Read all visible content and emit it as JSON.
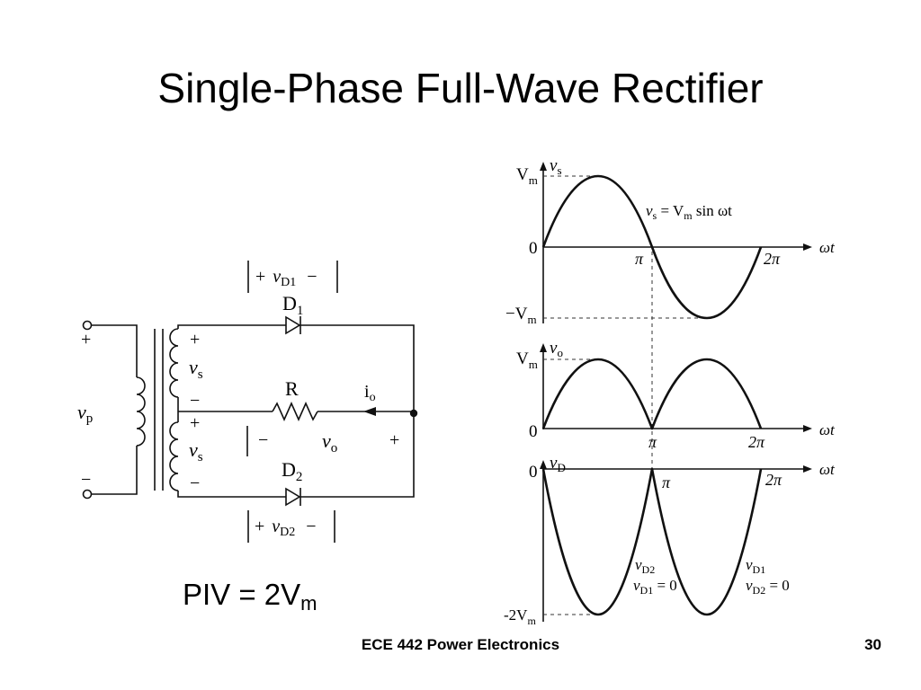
{
  "slide": {
    "title": "Single-Phase Full-Wave Rectifier",
    "piv_label": "PIV = 2V",
    "piv_subscript": "m",
    "footer_course": "ECE 442 Power Electronics",
    "page_number": "30"
  },
  "circuit": {
    "primary_plus": "+",
    "primary_minus": "−",
    "primary_voltage": "v",
    "primary_voltage_sub": "p",
    "sec_top_plus": "+",
    "sec_top_voltage": "v",
    "sec_top_voltage_sub": "s",
    "sec_top_minus": "−",
    "sec_bot_plus": "+",
    "sec_bot_voltage": "v",
    "sec_bot_voltage_sub": "s",
    "sec_bot_minus": "−",
    "d1_label": "D",
    "d1_sub": "1",
    "vd1_plus": "+",
    "vd1_v": "v",
    "vd1_sub": "D1",
    "vd1_minus": "−",
    "d2_label": "D",
    "d2_sub": "2",
    "vd2_plus": "+",
    "vd2_v": "v",
    "vd2_sub": "D2",
    "vd2_minus": "−",
    "resistor_label": "R",
    "current_label": "i",
    "current_sub": "o",
    "vo_minus": "−",
    "vo_v": "v",
    "vo_sub": "o",
    "vo_plus": "+"
  },
  "waveforms": {
    "vs_axis": "v",
    "vs_axis_sub": "s",
    "vs_equation": "v",
    "vs_equation_sub": "s",
    "vs_equation_rest": " = V",
    "vs_equation_rest_sub": "m",
    "vs_equation_tail": " sin ωt",
    "vs_vm": "V",
    "vs_vm_sub": "m",
    "vs_zero": "0",
    "vs_neg_vm": "−V",
    "vs_neg_vm_sub": "m",
    "vs_pi": "π",
    "vs_2pi": "2π",
    "vs_wt": "ωt",
    "vo_axis": "v",
    "vo_axis_sub": "o",
    "vo_vm": "V",
    "vo_vm_sub": "m",
    "vo_zero": "0",
    "vo_pi": "π",
    "vo_2pi": "2π",
    "vo_wt": "ωt",
    "vd_axis": "v",
    "vd_axis_sub": "D",
    "vd_zero": "0",
    "vd_pi": "π",
    "vd_2pi": "2π",
    "vd_wt": "ωt",
    "vd_neg2vm": "-2V",
    "vd_neg2vm_sub": "m",
    "vd_left_v1": "v",
    "vd_left_v1_sub": "D2",
    "vd_left_v2": "v",
    "vd_left_v2_sub": "D1",
    "vd_left_eq": " = 0",
    "vd_right_v1": "v",
    "vd_right_v1_sub": "D1",
    "vd_right_v2": "v",
    "vd_right_v2_sub": "D2",
    "vd_right_eq": " = 0"
  }
}
